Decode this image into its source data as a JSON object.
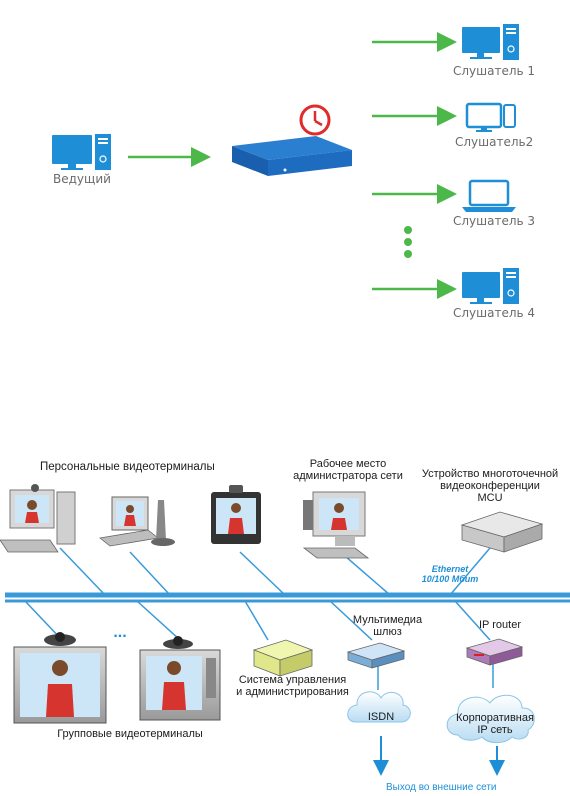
{
  "top": {
    "presenter_label": "Ведущий",
    "listeners": [
      "Слушатель 1",
      "Слушатель2",
      "Слушатель 3",
      "Слушатель 4"
    ]
  },
  "bottom": {
    "personal_label": "Персональные  видеотерминалы",
    "admin_label": "Рабочее место\nадминистратора сети",
    "mcu_label": "Устройство многоточечной\nвидеоконференции\nMCU",
    "ethernet_label": "Ethernet\n10/100 Мбит",
    "gateway_label": "Мультимедиа\nшлюз",
    "router_label": "IP router",
    "management_label": "Система управления\nи администрирования",
    "group_label": "Групповые видеотерминалы",
    "isdn_label": "ISDN",
    "corp_label": "Корпоративная\nIP сеть",
    "external_label": "Выход во внешние сети",
    "dots_label": "..."
  },
  "colors": {
    "arrow": "#4cb84a",
    "monitor": "#1e8fd6",
    "clock": "#e02b2b",
    "ethernet": "#3a9ad9"
  }
}
